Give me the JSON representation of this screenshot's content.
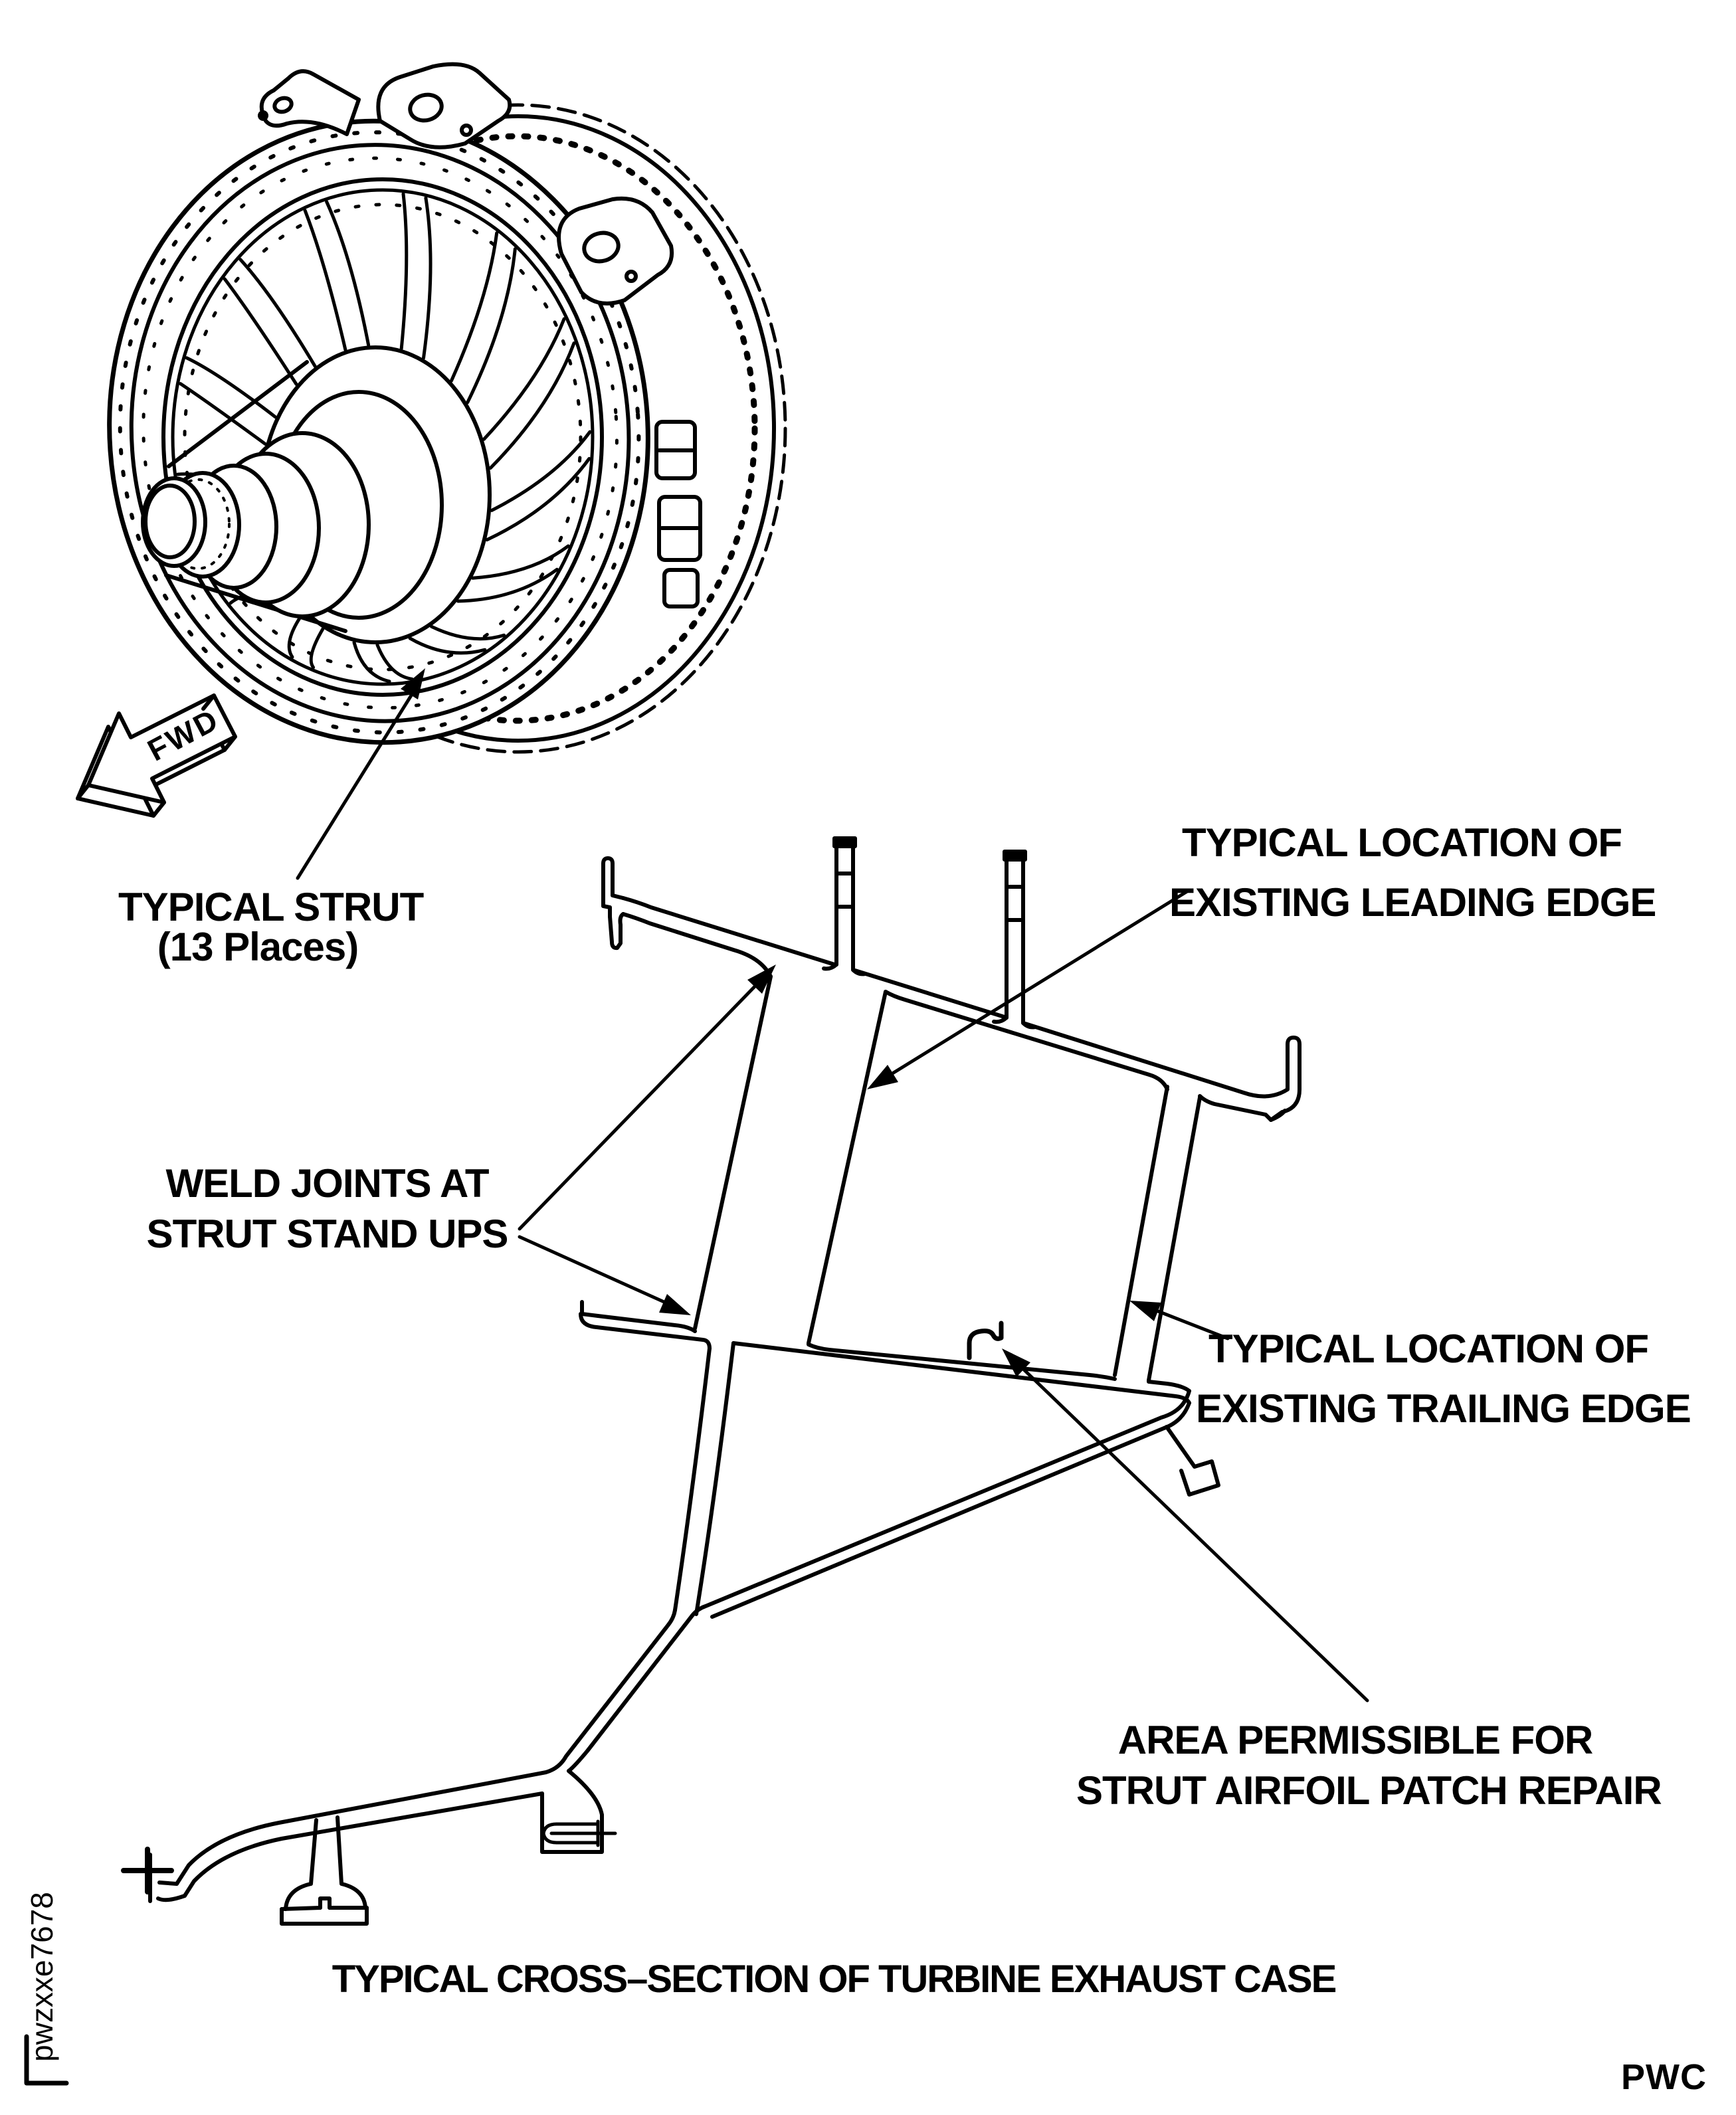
{
  "figure": {
    "caption": "TYPICAL CROSS–SECTION OF TURBINE EXHAUST CASE",
    "id_code": "pwzxxe7678",
    "publisher_code": "PWC"
  },
  "labels": {
    "fwd_arrow": "FWD",
    "typical_strut_line1": "TYPICAL STRUT",
    "typical_strut_line2": "(13 Places)",
    "leading_edge_line1": "TYPICAL LOCATION OF",
    "leading_edge_line2": "EXISTING LEADING EDGE",
    "weld_joints_line1": "WELD JOINTS AT",
    "weld_joints_line2": "STRUT STAND UPS",
    "trailing_edge_line1": "TYPICAL LOCATION OF",
    "trailing_edge_line2": "EXISTING TRAILING EDGE",
    "patch_area_line1": "AREA PERMISSIBLE FOR",
    "patch_area_line2": "STRUT AIRFOIL PATCH REPAIR"
  },
  "colors": {
    "ink": "#000000",
    "paper": "#ffffff"
  }
}
